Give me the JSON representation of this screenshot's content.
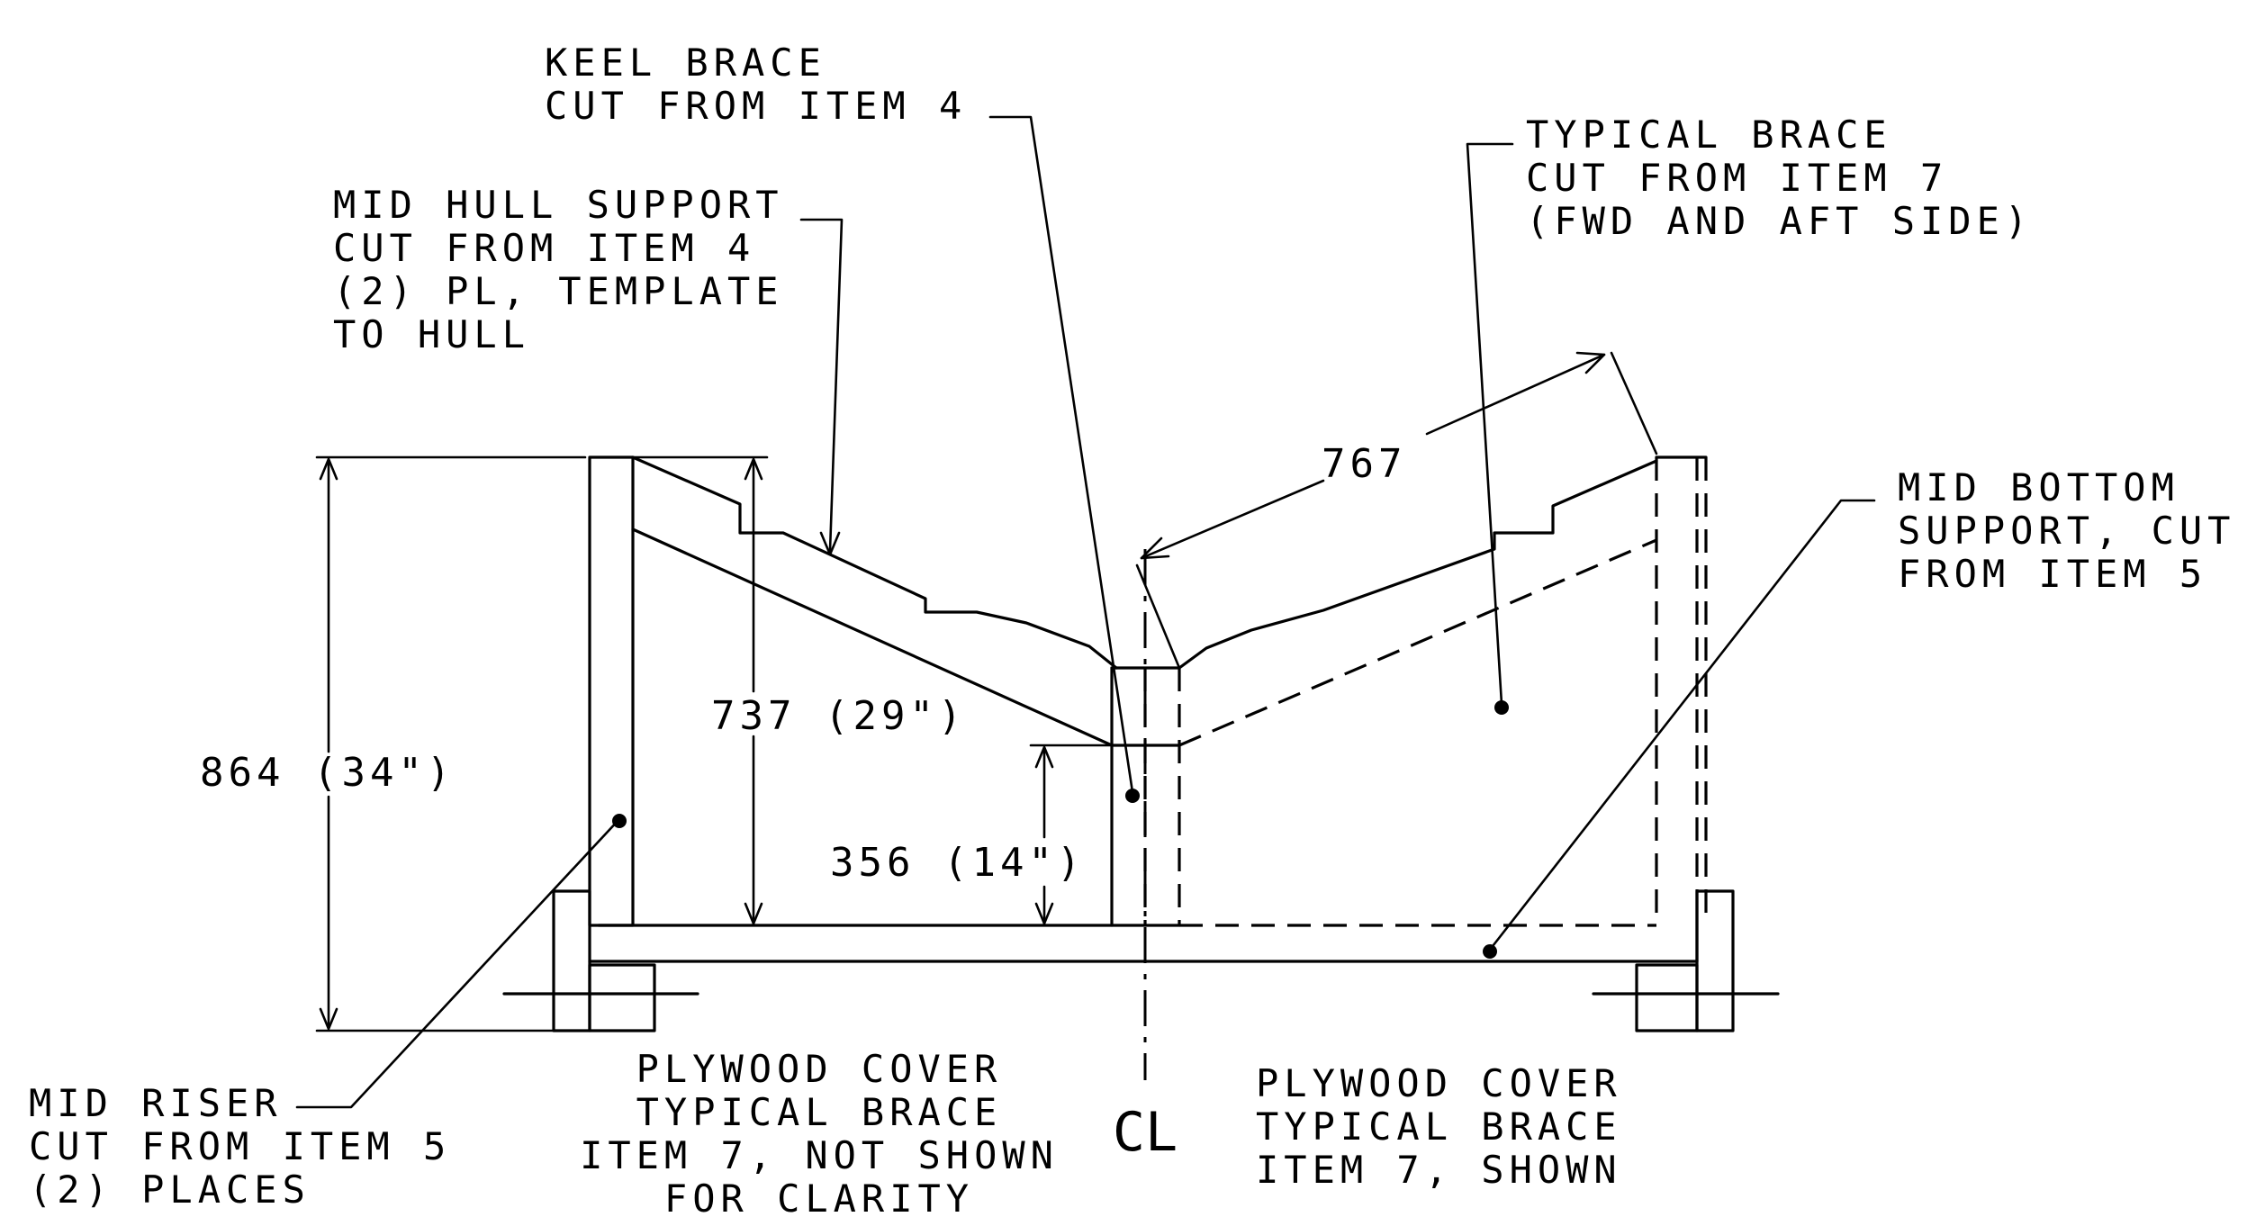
{
  "labels": {
    "keel_brace": [
      "KEEL BRACE",
      "CUT FROM ITEM 4"
    ],
    "mid_hull_support": [
      "MID HULL SUPPORT",
      "CUT FROM ITEM 4",
      "(2) PL, TEMPLATE",
      "TO HULL"
    ],
    "typical_brace": [
      "TYPICAL BRACE",
      "CUT FROM ITEM 7",
      "(FWD AND AFT SIDE)"
    ],
    "mid_bottom_support": [
      "MID BOTTOM",
      "SUPPORT, CUT",
      "FROM ITEM 5"
    ],
    "mid_riser": [
      "MID RISER",
      "CUT FROM ITEM 5",
      "(2) PLACES"
    ],
    "plywood_cover_not_shown": [
      "PLYWOOD COVER",
      "TYPICAL BRACE",
      "ITEM 7, NOT SHOWN",
      "FOR CLARITY"
    ],
    "plywood_cover_shown": [
      "PLYWOOD COVER",
      "TYPICAL BRACE",
      "ITEM 7, SHOWN"
    ]
  },
  "dimensions": {
    "overall_height": "864 (34\")",
    "hull_height": "737 (29\")",
    "keel_height": "356 (14\")",
    "brace_length": "767"
  },
  "centerline": "CL"
}
